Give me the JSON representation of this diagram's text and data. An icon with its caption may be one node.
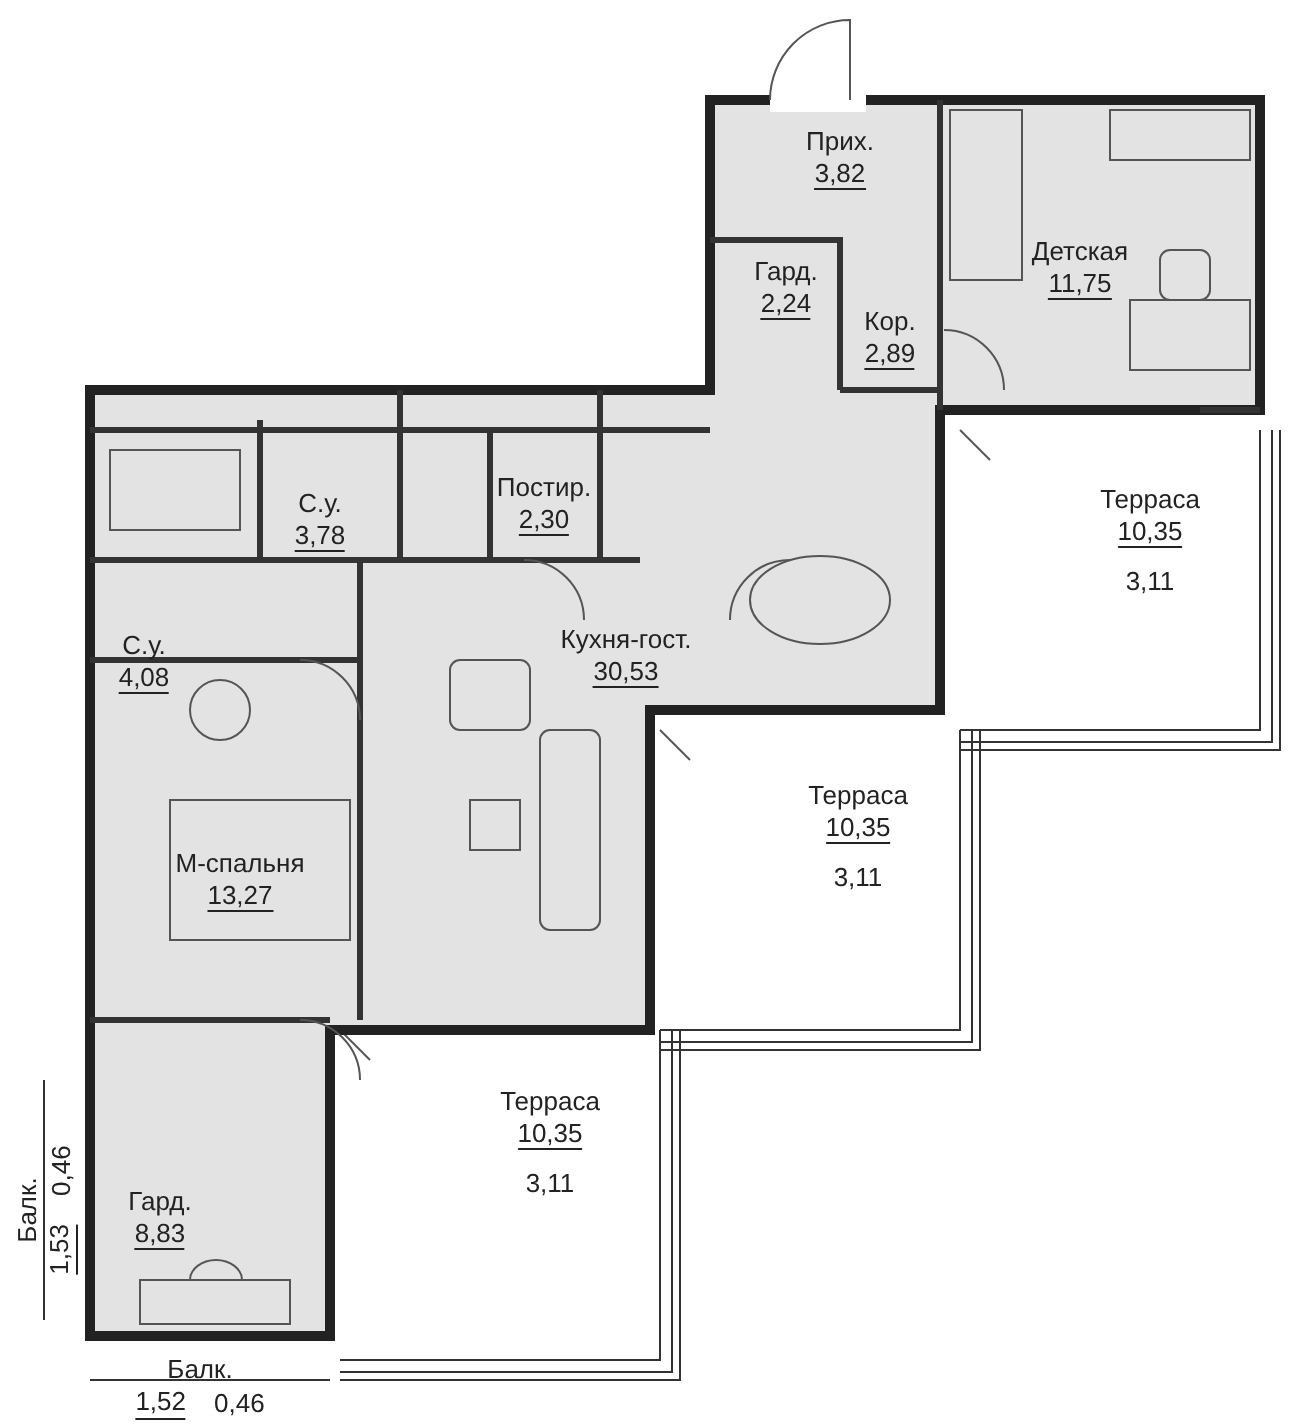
{
  "diagram": {
    "nodes": [
      {
        "text": [
          "Прих.",
          "3,82"
        ]
      },
      {
        "text": [
          "Гард.",
          "2,24"
        ]
      },
      {
        "text": [
          "Детская",
          "11,75"
        ]
      },
      {
        "text": [
          "Кор.",
          "2,89"
        ]
      },
      {
        "text": [
          "Терраса",
          "10,35",
          "3,11"
        ]
      },
      {
        "text": [
          "С.у.",
          "3,78"
        ]
      },
      {
        "text": [
          "Постир.",
          "2,30"
        ]
      },
      {
        "text": [
          "Кухня-гост.",
          "30,53"
        ]
      },
      {
        "text": [
          "С.у.",
          "4,08"
        ]
      },
      {
        "text": [
          "Терраса",
          "10,35",
          "3,11"
        ]
      },
      {
        "text": [
          "М-спальня",
          "13,27"
        ]
      },
      {
        "text": [
          "Терраса",
          "10,35",
          "3,11"
        ]
      },
      {
        "text": [
          "Балк.",
          "1,53",
          "0,46"
        ]
      },
      {
        "text": [
          "Гард.",
          "8,83"
        ]
      },
      {
        "text": [
          "Балк.",
          "1,52",
          "0,46"
        ]
      }
    ]
  }
}
